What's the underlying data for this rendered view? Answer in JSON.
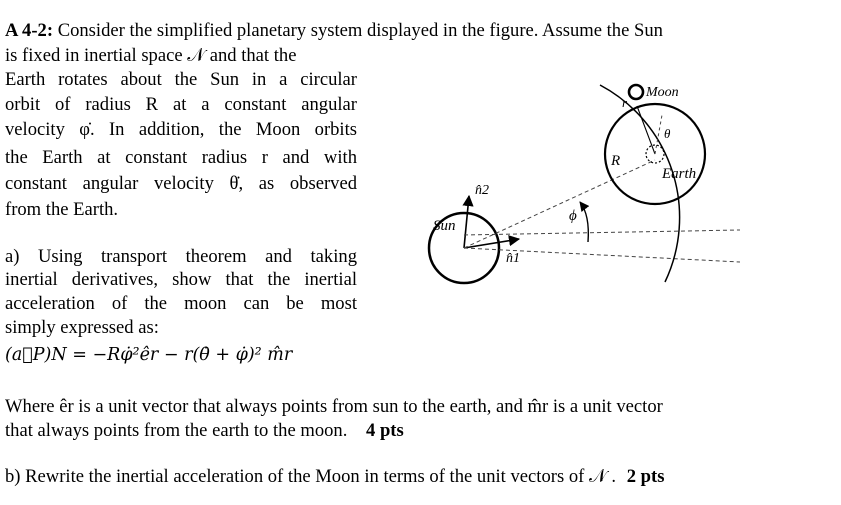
{
  "problem": {
    "label": "A 4-2:",
    "intro_lines": [
      "Consider the simplified planetary system displayed in the figure.  Assume the Sun",
      "is fixed in inertial space 𝒩 and that the",
      "Earth rotates about the Sun in a circular",
      "orbit of radius R at a constant angular",
      "velocity φ̇.  In addition, the Moon orbits",
      "the Earth at constant radius r and with",
      "constant angular velocity θ̇, as observed",
      "from the Earth."
    ],
    "part_a_lines": [
      "a) Using transport theorem and taking",
      "inertial derivatives, show that the inertial",
      "acceleration   of the moon can be most",
      "simply expressed as:"
    ],
    "equation": "(a⃗P)N = −Rφ̇²êr − r(θ̇ + φ̇)² m̂r",
    "where_line1": "Where êr is a unit vector that always points from sun to the earth, and m̂r is a unit vector",
    "where_line2": "that always points from the earth to the moon.",
    "part_a_points": "4 pts",
    "part_b_text": "b) Rewrite the inertial acceleration of the Moon in terms of the unit vectors of 𝒩 .",
    "part_b_points": "2 pts"
  },
  "figure": {
    "sun_label": "Sun",
    "earth_label": "Earth",
    "moon_label": "Moon",
    "n1_label": "n̂1",
    "n2_label": "n̂2",
    "phi_label": "ϕ",
    "theta_label": "θ",
    "R_label": "R",
    "r_label": "r"
  }
}
